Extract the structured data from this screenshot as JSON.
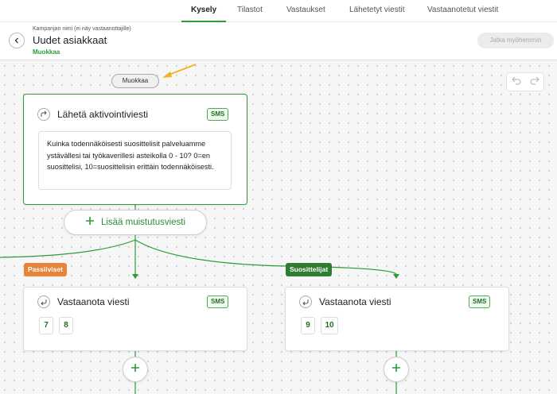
{
  "nav": {
    "tabs": [
      {
        "label": "Kysely",
        "active": true
      },
      {
        "label": "Tilastot",
        "active": false
      },
      {
        "label": "Vastaukset",
        "active": false
      },
      {
        "label": "Lähetetyt viestit",
        "active": false
      },
      {
        "label": "Vastaanotetut viestit",
        "active": false
      }
    ]
  },
  "header": {
    "campaign_label": "Kampanjan nimi (ei näy vastaanottajille)",
    "title": "Uudet asiakkaat",
    "edit_link": "Muokkaa",
    "continue_button": "Jatka myöhemmin"
  },
  "canvas": {
    "edit_pill": "Muokkaa",
    "main_card": {
      "title": "Lähetä aktivointiviesti",
      "badge": "SMS",
      "message": "Kuinka todennäköisesti suosittelisit palveluamme ystävällesi tai työkaverillesi asteikolla 0 - 10? 0=en suosittelisi, 10=suosittelisin erittäin todennäköisesti."
    },
    "add_reminder_label": "Lisää muistutusviesti",
    "branches": [
      {
        "tag": "Passiiviset",
        "tag_color": "#e8843a",
        "title": "Vastaanota viesti",
        "badge": "SMS",
        "values": [
          "7",
          "8"
        ]
      },
      {
        "tag": "Suosittelijat",
        "tag_color": "#2e7d32",
        "title": "Vastaanota viesti",
        "badge": "SMS",
        "values": [
          "9",
          "10"
        ]
      }
    ]
  },
  "colors": {
    "accent": "#2e9b36",
    "arrow_hint": "#f0b323"
  },
  "icons": {
    "back": "chevron-left-icon",
    "undo": "undo-icon",
    "redo": "redo-icon",
    "send": "send-arrow-icon",
    "receive": "reply-icon",
    "plus": "plus-icon"
  }
}
